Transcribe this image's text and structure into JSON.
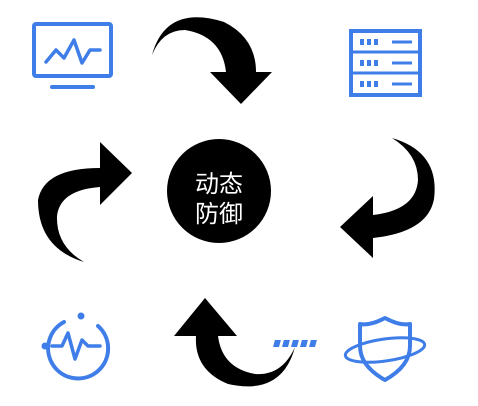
{
  "center": {
    "line1": "动态",
    "line2": "防御"
  },
  "colors": {
    "accent_blue": "#3f7ee8",
    "arrow": "#000000",
    "center_fill": "#000000",
    "center_text": "#ffffff"
  },
  "icons": [
    {
      "position": "top-left",
      "name": "monitor-chart-icon"
    },
    {
      "position": "top-right",
      "name": "server-rack-icon"
    },
    {
      "position": "bottom-left",
      "name": "heartbeat-monitor-icon"
    },
    {
      "position": "bottom-right",
      "name": "shield-orbit-icon"
    }
  ],
  "arrows": [
    {
      "position": "top",
      "direction": "clockwise"
    },
    {
      "position": "right",
      "direction": "clockwise"
    },
    {
      "position": "bottom",
      "direction": "clockwise"
    },
    {
      "position": "left",
      "direction": "clockwise"
    }
  ]
}
